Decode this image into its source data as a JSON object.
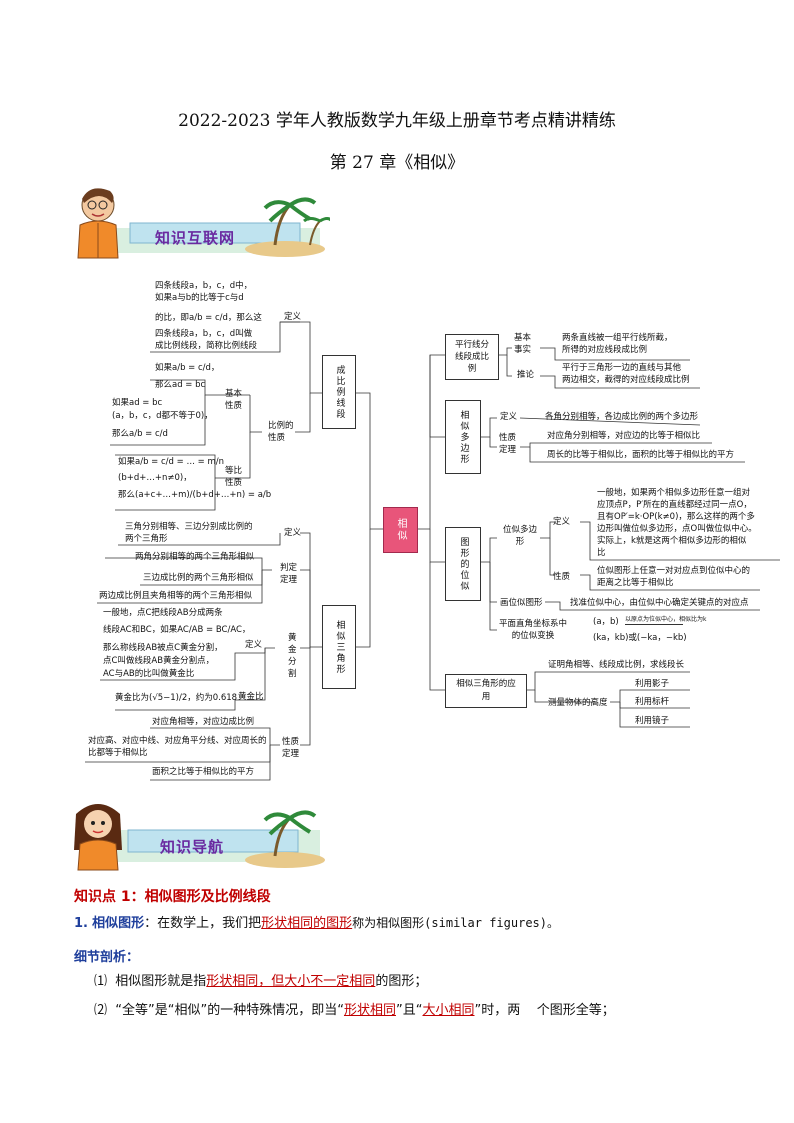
{
  "header": {
    "title": "2022-2023 学年人教版数学九年级上册章节考点精讲精练",
    "subtitle": "第 27 章《相似》"
  },
  "banner1": {
    "label": "知识互联网"
  },
  "banner2": {
    "label": "知识导航"
  },
  "mindmap": {
    "center": "相似",
    "left": {
      "branch1": "成比例线段",
      "b1_def": "定义",
      "b1_def_text": [
        "四条线段a，b，c，d中，",
        "如果a与b的比等于c与d",
        "的比，即a/b = c/d，那么这",
        "四条线段a，b，c，d叫做",
        "成比例线段，简称比例线段"
      ],
      "b1_prop": "比例的性质",
      "b1_basic": "基本性质",
      "b1_basic_text1": [
        "如果a/b = c/d，",
        "那么ad = bc"
      ],
      "b1_basic_text2": [
        "如果ad = bc",
        "(a，b，c，d都不等于0)，",
        "那么a/b = c/d"
      ],
      "b1_ratio": "等比性质",
      "b1_ratio_text": [
        "如果a/b = c/d = … = m/n",
        "(b+d+…+n≠0)，",
        "那么(a+c+…+m)/(b+d+…+n) = a/b"
      ],
      "branch2": "相似三角形",
      "b2_def": "定义",
      "b2_def_text": [
        "三角分别相等、三边分别成比例的",
        "两个三角形"
      ],
      "b2_judge": "判定定理",
      "b2_judge_items": [
        "两角分别相等的两个三角形相似",
        "三边成比例的两个三角形相似",
        "两边成比例且夹角相等的两个三角形相似"
      ],
      "b2_golden": "黄金分割",
      "b2_golden_def": "定义",
      "b2_golden_def_text": [
        "一般地，点C把线段AB分成两条",
        "线段AC和BC，如果AC/AB = BC/AC，",
        "那么称线段AB被点C黄金分割，",
        "点C叫做线段AB黄金分割点，",
        "AC与AB的比叫做黄金比"
      ],
      "b2_golden_ratio": "黄金比",
      "b2_golden_ratio_text": "黄金比为(√5−1)/2，约为0.618",
      "b2_prop": "性质定理",
      "b2_prop_items": [
        "对应角相等，对应边成比例",
        "对应高、对应中线、对应角平分线、对应周长的比都等于相似比",
        "面积之比等于相似比的平方"
      ]
    },
    "right": {
      "r1": "平行线分线段成比例",
      "r1_basic": "基本事实",
      "r1_basic_text": [
        "两条直线被一组平行线所截，",
        "所得的对应线段成比例"
      ],
      "r1_corollary": "推论",
      "r1_corollary_text": [
        "平行于三角形一边的直线与其他",
        "两边相交，截得的对应线段成比例"
      ],
      "r2": "相似多边形",
      "r2_def": "定义",
      "r2_def_text": "各角分别相等，各边成比例的两个多边形",
      "r2_prop": "性质定理",
      "r2_prop_items": [
        "对应角分别相等，对应边的比等于相似比",
        "周长的比等于相似比，面积的比等于相似比的平方"
      ],
      "r3": "图形的位似",
      "r3_homothetic": "位似多边形",
      "r3_def": "定义",
      "r3_def_text": [
        "一般地，如果两个相似多边形任意一组对",
        "应顶点P，P′所在的直线都经过同一点O，",
        "且有OP′=k·OP(k≠0)，那么这样的两个多",
        "边形叫做位似多边形，点O叫做位似中心。",
        "实际上，k就是这两个相似多边形的相似",
        "比"
      ],
      "r3_prop": "性质",
      "r3_prop_text": [
        "位似图形上任意一对对应点到位似中心的",
        "距离之比等于相似比"
      ],
      "r3_draw": "画位似图形",
      "r3_draw_text": "找准位似中心，由位似中心确定关键点的对应点",
      "r3_coord": "平面直角坐标系中的位似变换",
      "r3_coord_top": "(a，b)",
      "r3_coord_arrow": "以原点为位似中心，相似比为k",
      "r3_coord_bottom": "(ka，kb)或(−ka，−kb)",
      "r4": "相似三角形的应用",
      "r4_item1": "证明角相等、线段成比例，求线段长",
      "r4_item2": "测量物体的高度",
      "r4_methods": [
        "利用影子",
        "利用标杆",
        "利用镜子"
      ]
    }
  },
  "section": {
    "heading": "知识点 1：相似图形及比例线段",
    "item1_num": "1.",
    "item1_term": "相似图形",
    "item1_pre": "：在数学上，我们把",
    "item1_u": "形状相同的图形",
    "item1_post": "称为相似图形(similar figures)。",
    "detail_label": "细节剖析：",
    "p1_num": "⑴",
    "p1_pre": "相似图形就是指",
    "p1_u": "形状相同，但大小不一定相同",
    "p1_post": "的图形；",
    "p2_num": "⑵",
    "p2_a": "“全等”是“相似”的一种特殊情况，即当“",
    "p2_u1": "形状相同",
    "p2_b": "”且“",
    "p2_u2": "大小相同",
    "p2_c": "”时，两    个图形全等；"
  }
}
